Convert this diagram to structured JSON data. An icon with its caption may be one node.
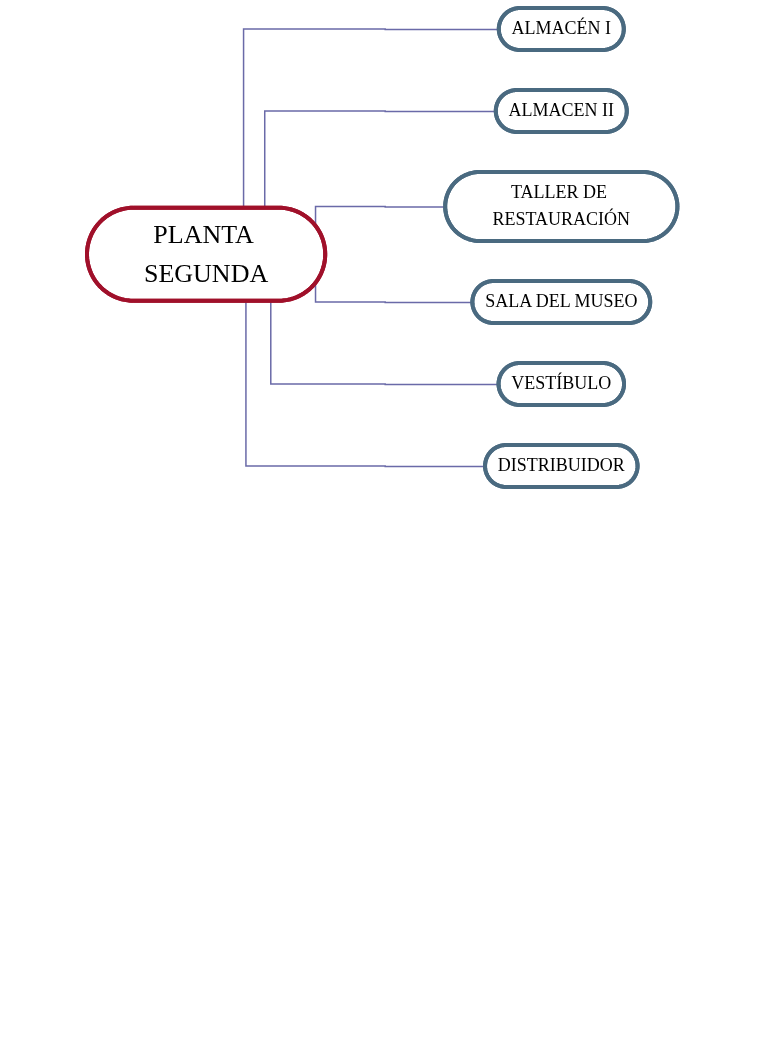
{
  "diagram": {
    "nodes": [
      {
        "text": [
          "PLANTA SEGUNDA"
        ]
      },
      {
        "text": [
          "ALMACÉN I"
        ]
      },
      {
        "text": [
          "ALMACEN II"
        ]
      },
      {
        "text": [
          "TALLER DE RESTAURACIÓN"
        ]
      },
      {
        "text": [
          "SALA DEL MUSEO"
        ]
      },
      {
        "text": [
          "VESTÍBULO"
        ]
      },
      {
        "text": [
          "DISTRIBUIDOR"
        ]
      }
    ],
    "edges": [
      {
        "from": 0,
        "to": 1,
        "arrow": "none"
      },
      {
        "from": 0,
        "to": 2,
        "arrow": "none"
      },
      {
        "from": 0,
        "to": 3,
        "arrow": "none"
      },
      {
        "from": 0,
        "to": 4,
        "arrow": "none"
      },
      {
        "from": 0,
        "to": 5,
        "arrow": "none"
      },
      {
        "from": 0,
        "to": 6,
        "arrow": "none"
      }
    ]
  }
}
